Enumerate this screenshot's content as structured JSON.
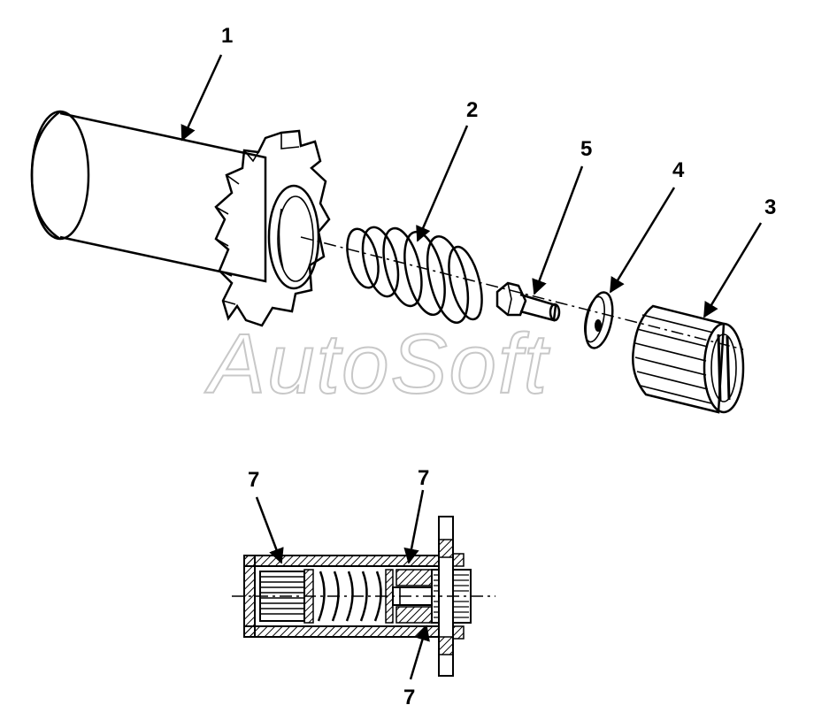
{
  "callouts": {
    "c1": "1",
    "c2": "2",
    "c3": "3",
    "c4": "4",
    "c5": "5",
    "c7a": "7",
    "c7b": "7",
    "c7c": "7"
  },
  "watermark": "AutoSoft",
  "colors": {
    "ink": "#000000",
    "watermark": "#c8c8c8",
    "background": "#ffffff"
  }
}
